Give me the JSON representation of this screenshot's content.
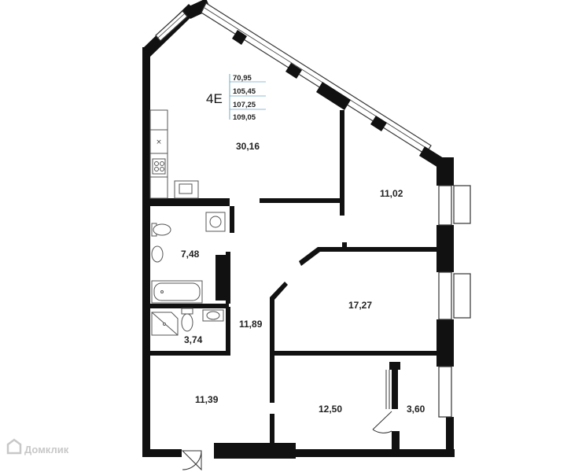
{
  "apartment": {
    "code": "4E",
    "areas": [
      "70,95",
      "105,45",
      "107,25",
      "109,05"
    ]
  },
  "rooms": {
    "living_kitchen": "30,16",
    "bedroom_ne": "11,02",
    "bathroom_main": "7,48",
    "corridor": "11,89",
    "bedroom_mid": "17,27",
    "shower_room": "3,74",
    "hall": "11,39",
    "bedroom_sw": "12,50",
    "balcony": "3,60"
  },
  "watermark": {
    "text": "Домклик",
    "color": "#c8c8c8"
  },
  "colors": {
    "wall": "#111111",
    "accent_line": "#6fa8c7",
    "line": "#333333"
  }
}
